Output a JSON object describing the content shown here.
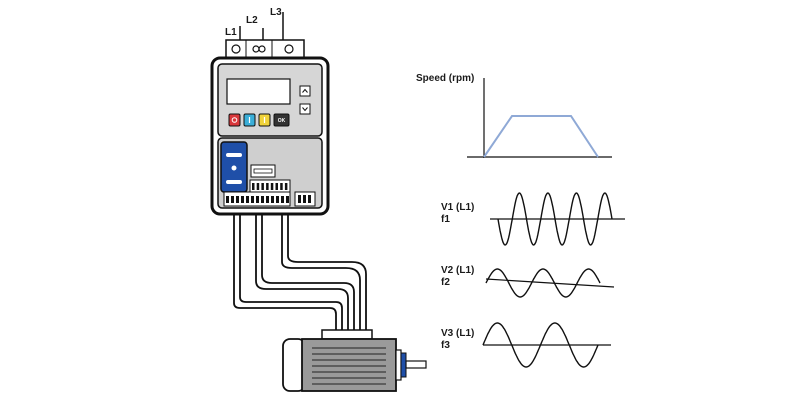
{
  "terminals": {
    "l1": "L1",
    "l2": "L2",
    "l3": "L3"
  },
  "drive": {
    "ok_button_label": "OK"
  },
  "speed_graph": {
    "axis_label": "Speed (rpm)"
  },
  "waves": [
    {
      "voltage_label": "V1 (L1)",
      "frequency_label": "f1",
      "cycles": 4
    },
    {
      "voltage_label": "V2 (L1)",
      "frequency_label": "f2",
      "cycles": 2.5
    },
    {
      "voltage_label": "V3 (L1)",
      "frequency_label": "f3",
      "cycles": 2
    }
  ],
  "colors": {
    "drive_blue": "#1f4fa8",
    "ramp_line": "#8fa9d6",
    "btn_red": "#d9373b",
    "btn_cyan": "#3aaed8",
    "btn_yellow": "#f0d33a",
    "btn_dark": "#333333",
    "motor_body": "#9a9a9a",
    "panel_gray": "#cfcfcf"
  },
  "icons": [
    "terminal-screw-icon",
    "up-arrow-icon",
    "down-arrow-icon",
    "stop-icon",
    "start-icon",
    "jog-icon",
    "ok-icon"
  ]
}
